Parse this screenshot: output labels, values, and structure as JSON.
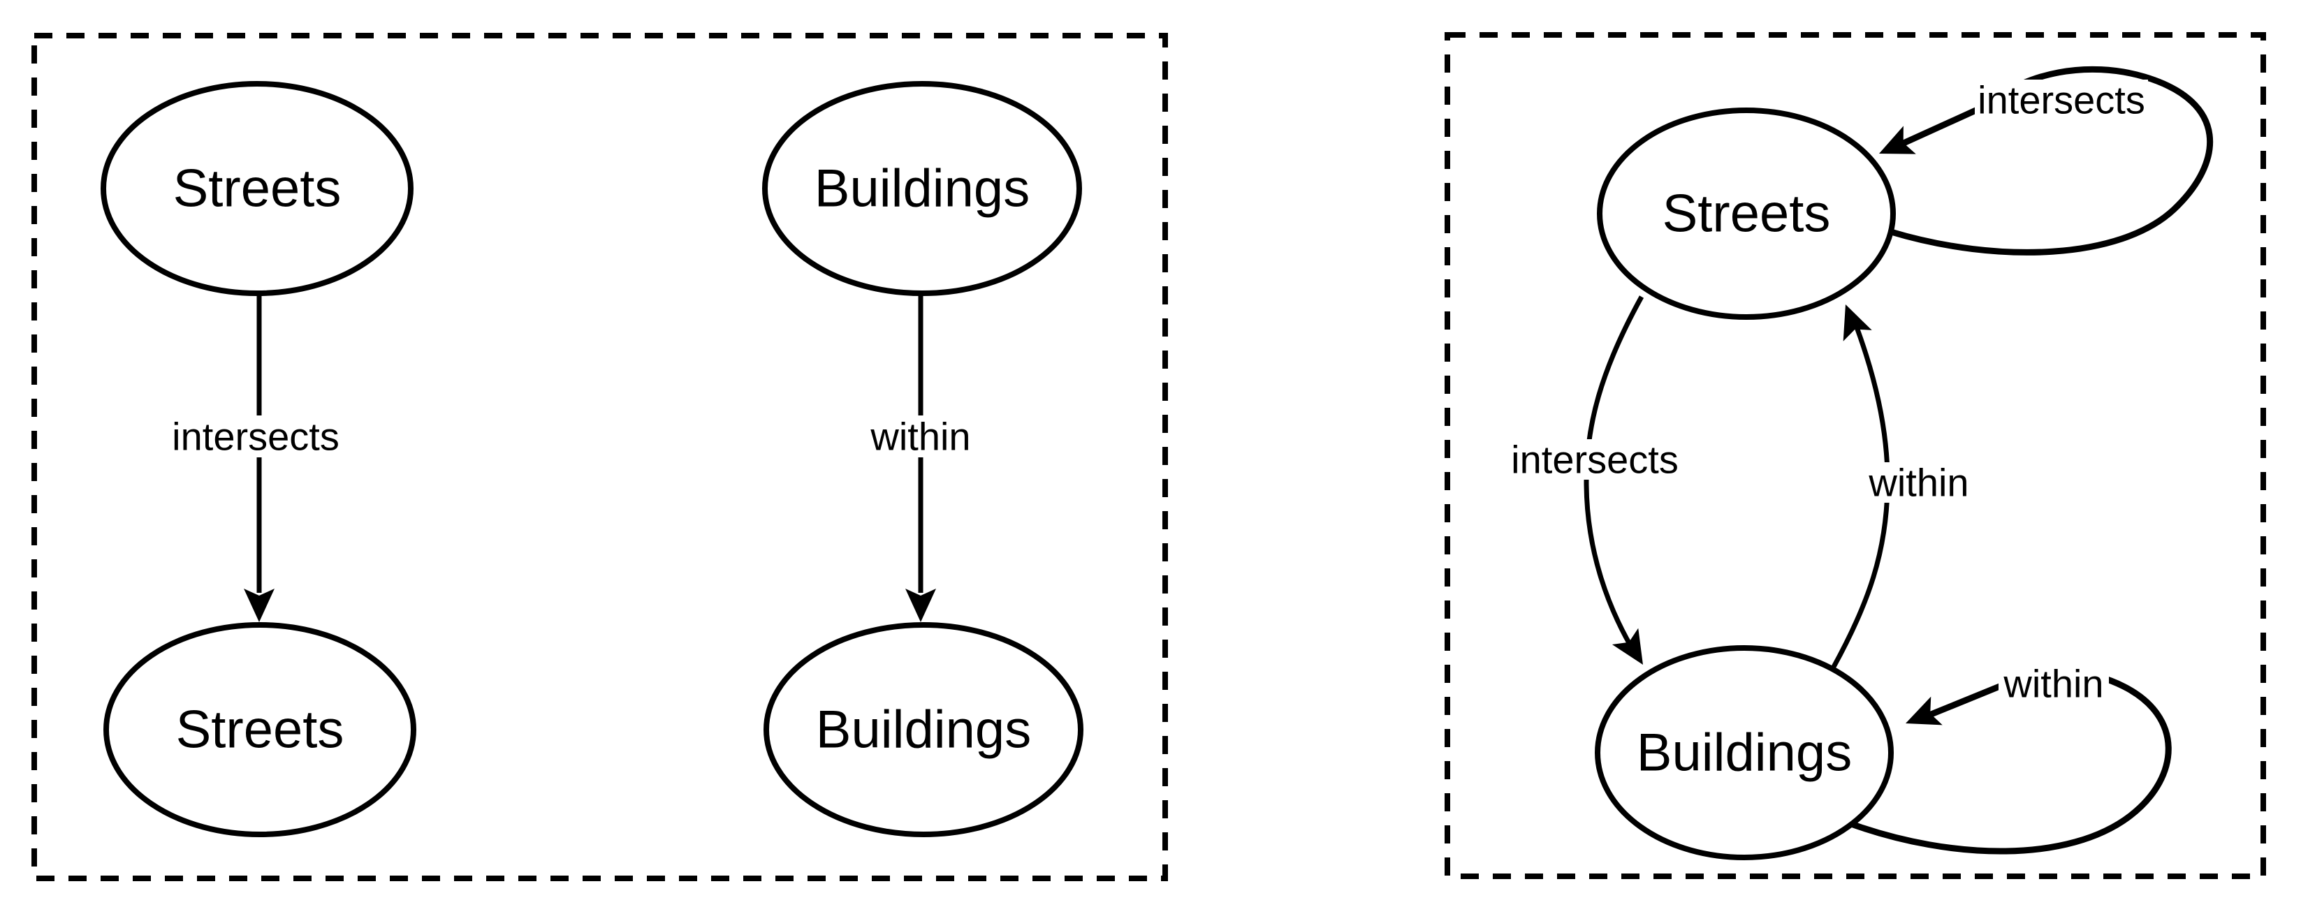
{
  "page": {
    "background": "#ffffff"
  },
  "colors": {
    "line": "#000000",
    "text": "#000000",
    "node_fill": "#ffffff"
  },
  "diagram": {
    "panels": [
      {
        "name": "left-panel",
        "border_style": "dashed",
        "nodes": [
          {
            "id": "streets-top",
            "label": "Streets"
          },
          {
            "id": "buildings-top",
            "label": "Buildings"
          },
          {
            "id": "streets-bottom",
            "label": "Streets"
          },
          {
            "id": "buildings-bottom",
            "label": "Buildings"
          }
        ],
        "edges": [
          {
            "id": "streets-intersects-streets",
            "from": "streets-top",
            "to": "streets-bottom",
            "label": "intersects",
            "type": "straight"
          },
          {
            "id": "buildings-within-buildings",
            "from": "buildings-top",
            "to": "buildings-bottom",
            "label": "within",
            "type": "straight"
          }
        ]
      },
      {
        "name": "right-panel",
        "border_style": "dashed",
        "nodes": [
          {
            "id": "streets",
            "label": "Streets"
          },
          {
            "id": "buildings",
            "label": "Buildings"
          }
        ],
        "edges": [
          {
            "id": "streets-self-loop",
            "from": "streets",
            "to": "streets",
            "label": "intersects",
            "type": "self-loop"
          },
          {
            "id": "streets-to-buildings",
            "from": "streets",
            "to": "buildings",
            "label": "intersects",
            "type": "curve"
          },
          {
            "id": "buildings-to-streets",
            "from": "buildings",
            "to": "streets",
            "label": "within",
            "type": "curve"
          },
          {
            "id": "buildings-self-loop",
            "from": "buildings",
            "to": "buildings",
            "label": "within",
            "type": "self-loop"
          }
        ]
      }
    ]
  }
}
